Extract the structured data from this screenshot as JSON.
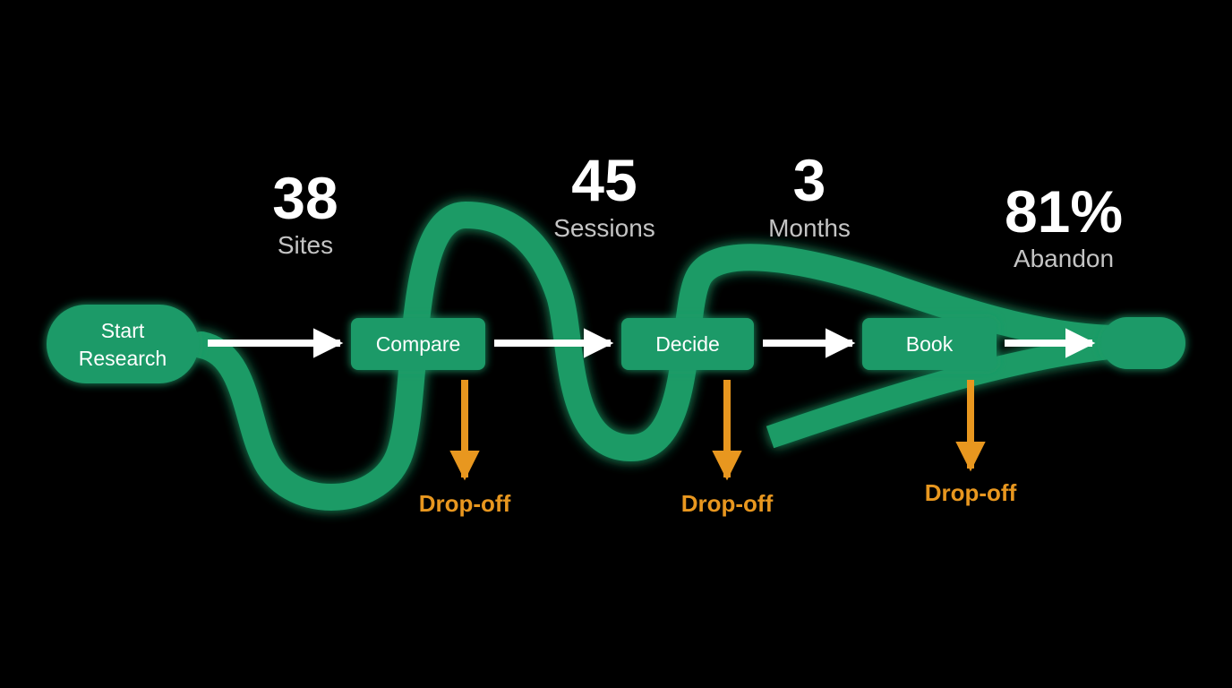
{
  "colors": {
    "background": "#000000",
    "path": "#1a9b66",
    "node": "#1d9a68",
    "arrow": "#ffffff",
    "dropoff": "#e8971f",
    "stat_value": "#ffffff",
    "stat_label": "#c4c4c4"
  },
  "stats": [
    {
      "value": "38",
      "label": "Sites"
    },
    {
      "value": "45",
      "label": "Sessions"
    },
    {
      "value": "3",
      "label": "Months"
    },
    {
      "value": "81%",
      "label": "Abandon"
    }
  ],
  "nodes": {
    "start": {
      "line1": "Start",
      "line2": "Research"
    },
    "compare": {
      "label": "Compare"
    },
    "decide": {
      "label": "Decide"
    },
    "book": {
      "label": "Book"
    },
    "end": {
      "label": ""
    }
  },
  "dropoffs": [
    {
      "label": "Drop-off"
    },
    {
      "label": "Drop-off"
    },
    {
      "label": "Drop-off"
    }
  ]
}
